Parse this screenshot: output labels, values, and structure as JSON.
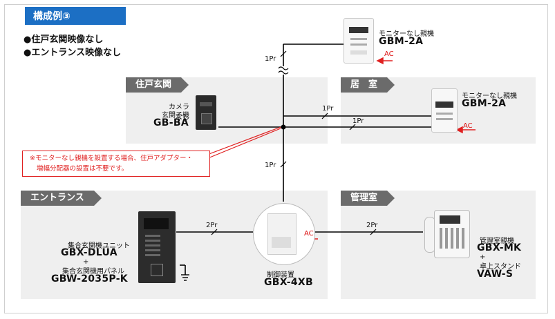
{
  "title": "構成例③",
  "bullets": [
    "●住戸玄関映像なし",
    "●エントランス映像なし"
  ],
  "zones": {
    "entry": "住戸玄関",
    "living": "居　室",
    "entrance": "エントランス",
    "office": "管理室"
  },
  "devices": {
    "top_monitor": {
      "desc": "モニターなし親機",
      "model": "GBM-2A"
    },
    "room_monitor": {
      "desc": "モニターなし親機",
      "model": "GBM-2A"
    },
    "door_station": {
      "desc1": "カメラなし",
      "desc2": "玄関子機",
      "model": "GB-BA"
    },
    "entrance_unit": {
      "desc1": "集合玄関機ユニット",
      "model1": "GBX-DLUA",
      "plus": "+",
      "desc2": "集合玄関機用パネル",
      "model2": "GBW-2035P-K"
    },
    "controller": {
      "desc": "制御装置",
      "model": "GBX-4XB"
    },
    "guard": {
      "desc1": "管理室親機",
      "model1": "GBX-MK",
      "plus": "+",
      "desc2": "卓上スタンド",
      "model2": "VAW-S"
    }
  },
  "wires": {
    "top": "1Pr",
    "entry": "1Pr",
    "room": "1Pr",
    "mid": "1Pr",
    "entrance": "2Pr",
    "office": "2Pr"
  },
  "ac": {
    "top": "AC",
    "room": "AC",
    "controller": "AC"
  },
  "note": {
    "line1": "※モニターなし親機を設置する場合、住戸アダプター・",
    "line2": "増幅分配器の設置は不要です。"
  },
  "colors": {
    "title_bg": "#1c6fc4",
    "zone_label_bg": "#6b6b6b",
    "zone_bg": "#efefef",
    "accent_red": "#e02020"
  }
}
